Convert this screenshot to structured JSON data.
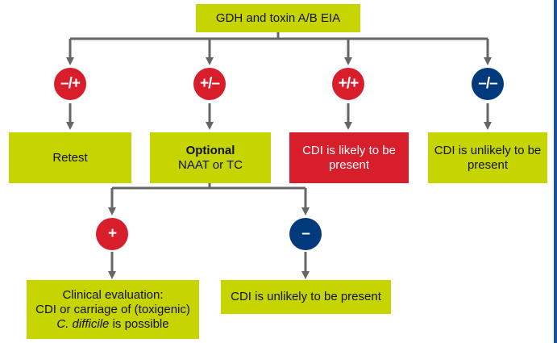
{
  "colors": {
    "box_green": "#c6d400",
    "box_red": "#d81e2a",
    "circle_red": "#d81e2a",
    "circle_blue": "#003a7d",
    "arrow": "#666666",
    "border_blue": "#1a4f9c"
  },
  "top": {
    "label": "GDH and toxin A/B EIA"
  },
  "results": {
    "r1": "–/+",
    "r2": "+/–",
    "r3": "+/+",
    "r4": "–/–"
  },
  "outcomes": {
    "retest": "Retest",
    "optional_title": "Optional",
    "optional_sub": "NAAT or TC",
    "likely_line1": "CDI is likely to be",
    "likely_line2": "present",
    "unlikely_line1": "CDI is unlikely to be",
    "unlikely_line2": "present"
  },
  "sub_results": {
    "pos": "+",
    "neg": "–"
  },
  "sub_outcomes": {
    "clinical_line1": "Clinical evaluation:",
    "clinical_line2": "CDI or carriage of (toxigenic)",
    "clinical_line3_italic": "C. difficile",
    "clinical_line3_rest": " is possible",
    "unlikely_full": "CDI is unlikely to be present"
  }
}
